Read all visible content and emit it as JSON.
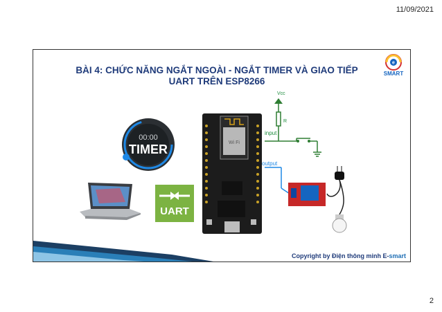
{
  "header": {
    "date": "11/09/2021"
  },
  "footer": {
    "page_number": "2"
  },
  "slide": {
    "title_line1": "BÀI 4: CHỨC NĂNG NGẮT NGOÀI - NGẮT TIMER VÀ GIAO TIẾP",
    "title_line2": "UART TRÊN ESP8266",
    "logo_text": "SMART",
    "timer_icon": {
      "time": "00:00",
      "label": "TIMER"
    },
    "uart_icon": {
      "label": "UART"
    },
    "circuit": {
      "vcc": "Vcc",
      "resistor": "R",
      "input_label": "input",
      "output_label": "output"
    },
    "copyright_prefix": "Copyright by Điện thông minh E-",
    "copyright_suffix": "smart"
  },
  "colors": {
    "title": "#1f3b7a",
    "uart_green": "#7cb342",
    "wire_green": "#2e7d32",
    "wire_blue": "#1e88e5",
    "swoosh": "#1c3f63"
  }
}
